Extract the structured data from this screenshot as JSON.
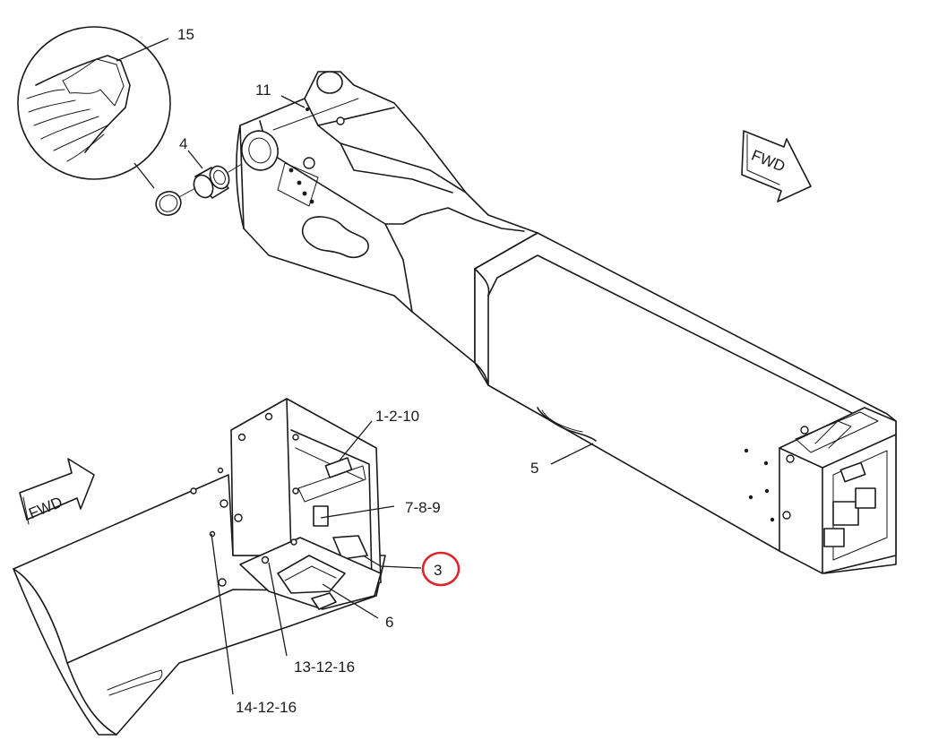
{
  "callouts": {
    "c15": "15",
    "c11": "11",
    "c4": "4",
    "c5": "5",
    "c1_2_10": "1-2-10",
    "c7_8_9": "7-8-9",
    "c3": "3",
    "c6": "6",
    "c13_12_16": "13-12-16",
    "c14_12_16": "14-12-16"
  },
  "arrows": {
    "fwd_top": "FWD",
    "fwd_left": "FWD"
  },
  "colors": {
    "line": "#1a1a1a",
    "highlight": "#e0242b",
    "background": "#ffffff"
  }
}
